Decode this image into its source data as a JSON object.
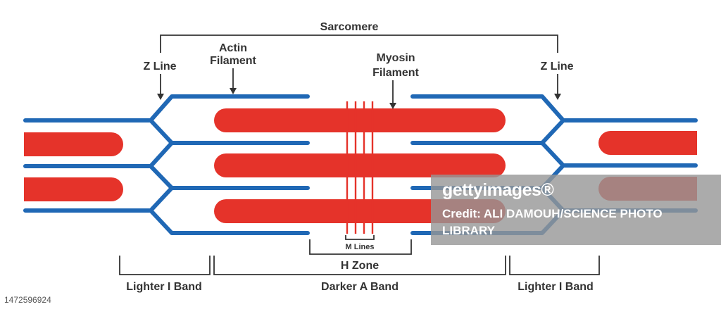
{
  "labels": {
    "sarcomere": "Sarcomere",
    "z_line_left": "Z Line",
    "z_line_right": "Z Line",
    "actin_line1": "Actin",
    "actin_line2": "Filament",
    "myosin_line1": "Myosin",
    "myosin_line2": "Filament",
    "m_lines": "M Lines",
    "h_zone": "H Zone",
    "lighter_i_band_left": "Lighter I Band",
    "darker_a_band": "Darker A Band",
    "lighter_i_band_right": "Lighter I Band"
  },
  "colors": {
    "actin": "#2068b5",
    "myosin": "#e5332a",
    "text": "#333333"
  },
  "watermark": {
    "logo": "gettyimages®",
    "credit": "Credit: ALI DAMOUH/SCIENCE PHOTO LIBRARY"
  },
  "image_id": "1472596924"
}
